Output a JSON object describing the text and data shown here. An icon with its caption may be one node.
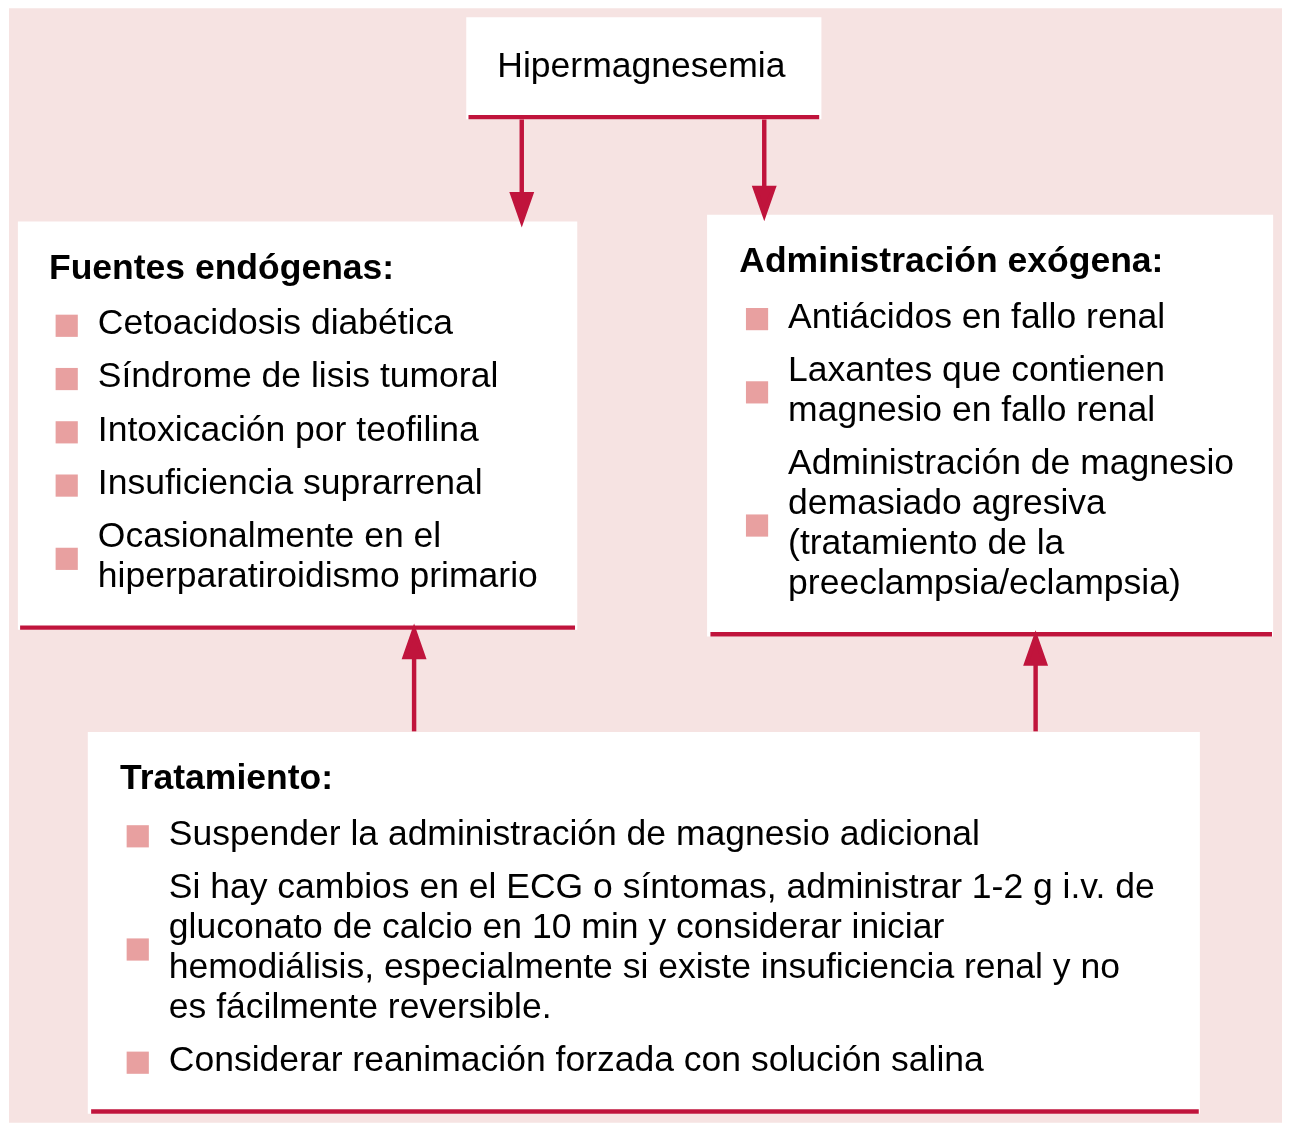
{
  "diagram": {
    "nodes": [
      {
        "text": [
          "Hipermagnesemia"
        ]
      },
      {
        "text": [
          "Fuentes endógenas:",
          "Cetoacidosis diabética",
          "Síndrome de lisis tumoral",
          "Intoxicación por teofilina",
          "Insuficiencia suprarrenal",
          "Ocasionalmente en el hiperparatiroidismo primario"
        ]
      },
      {
        "text": [
          "Administración exógena:",
          "Antiácidos en fallo renal",
          "Laxantes que contienen magnesio en fallo renal",
          "Administración de magnesio demasiado agresiva (tratamiento de la preeclampsia/eclampsia)"
        ]
      },
      {
        "text": [
          "Tratamiento:",
          "Suspender la administración de magnesio adicional",
          "Si hay cambios en el ECG o síntomas, administrar 1-2 g i.v. de gluconato de calcio en 10 min y considerar iniciar hemodiálisis, especialmente si existe insuficiencia renal y no es fácilmente reversible.",
          "Considerar reanimación forzada con solución salina"
        ]
      }
    ],
    "edges": [
      {
        "from": 0,
        "to": 1,
        "arrow": "to"
      },
      {
        "from": 0,
        "to": 2,
        "arrow": "to"
      },
      {
        "from": 3,
        "to": 1,
        "arrow": "to"
      },
      {
        "from": 3,
        "to": 2,
        "arrow": "to"
      }
    ]
  }
}
